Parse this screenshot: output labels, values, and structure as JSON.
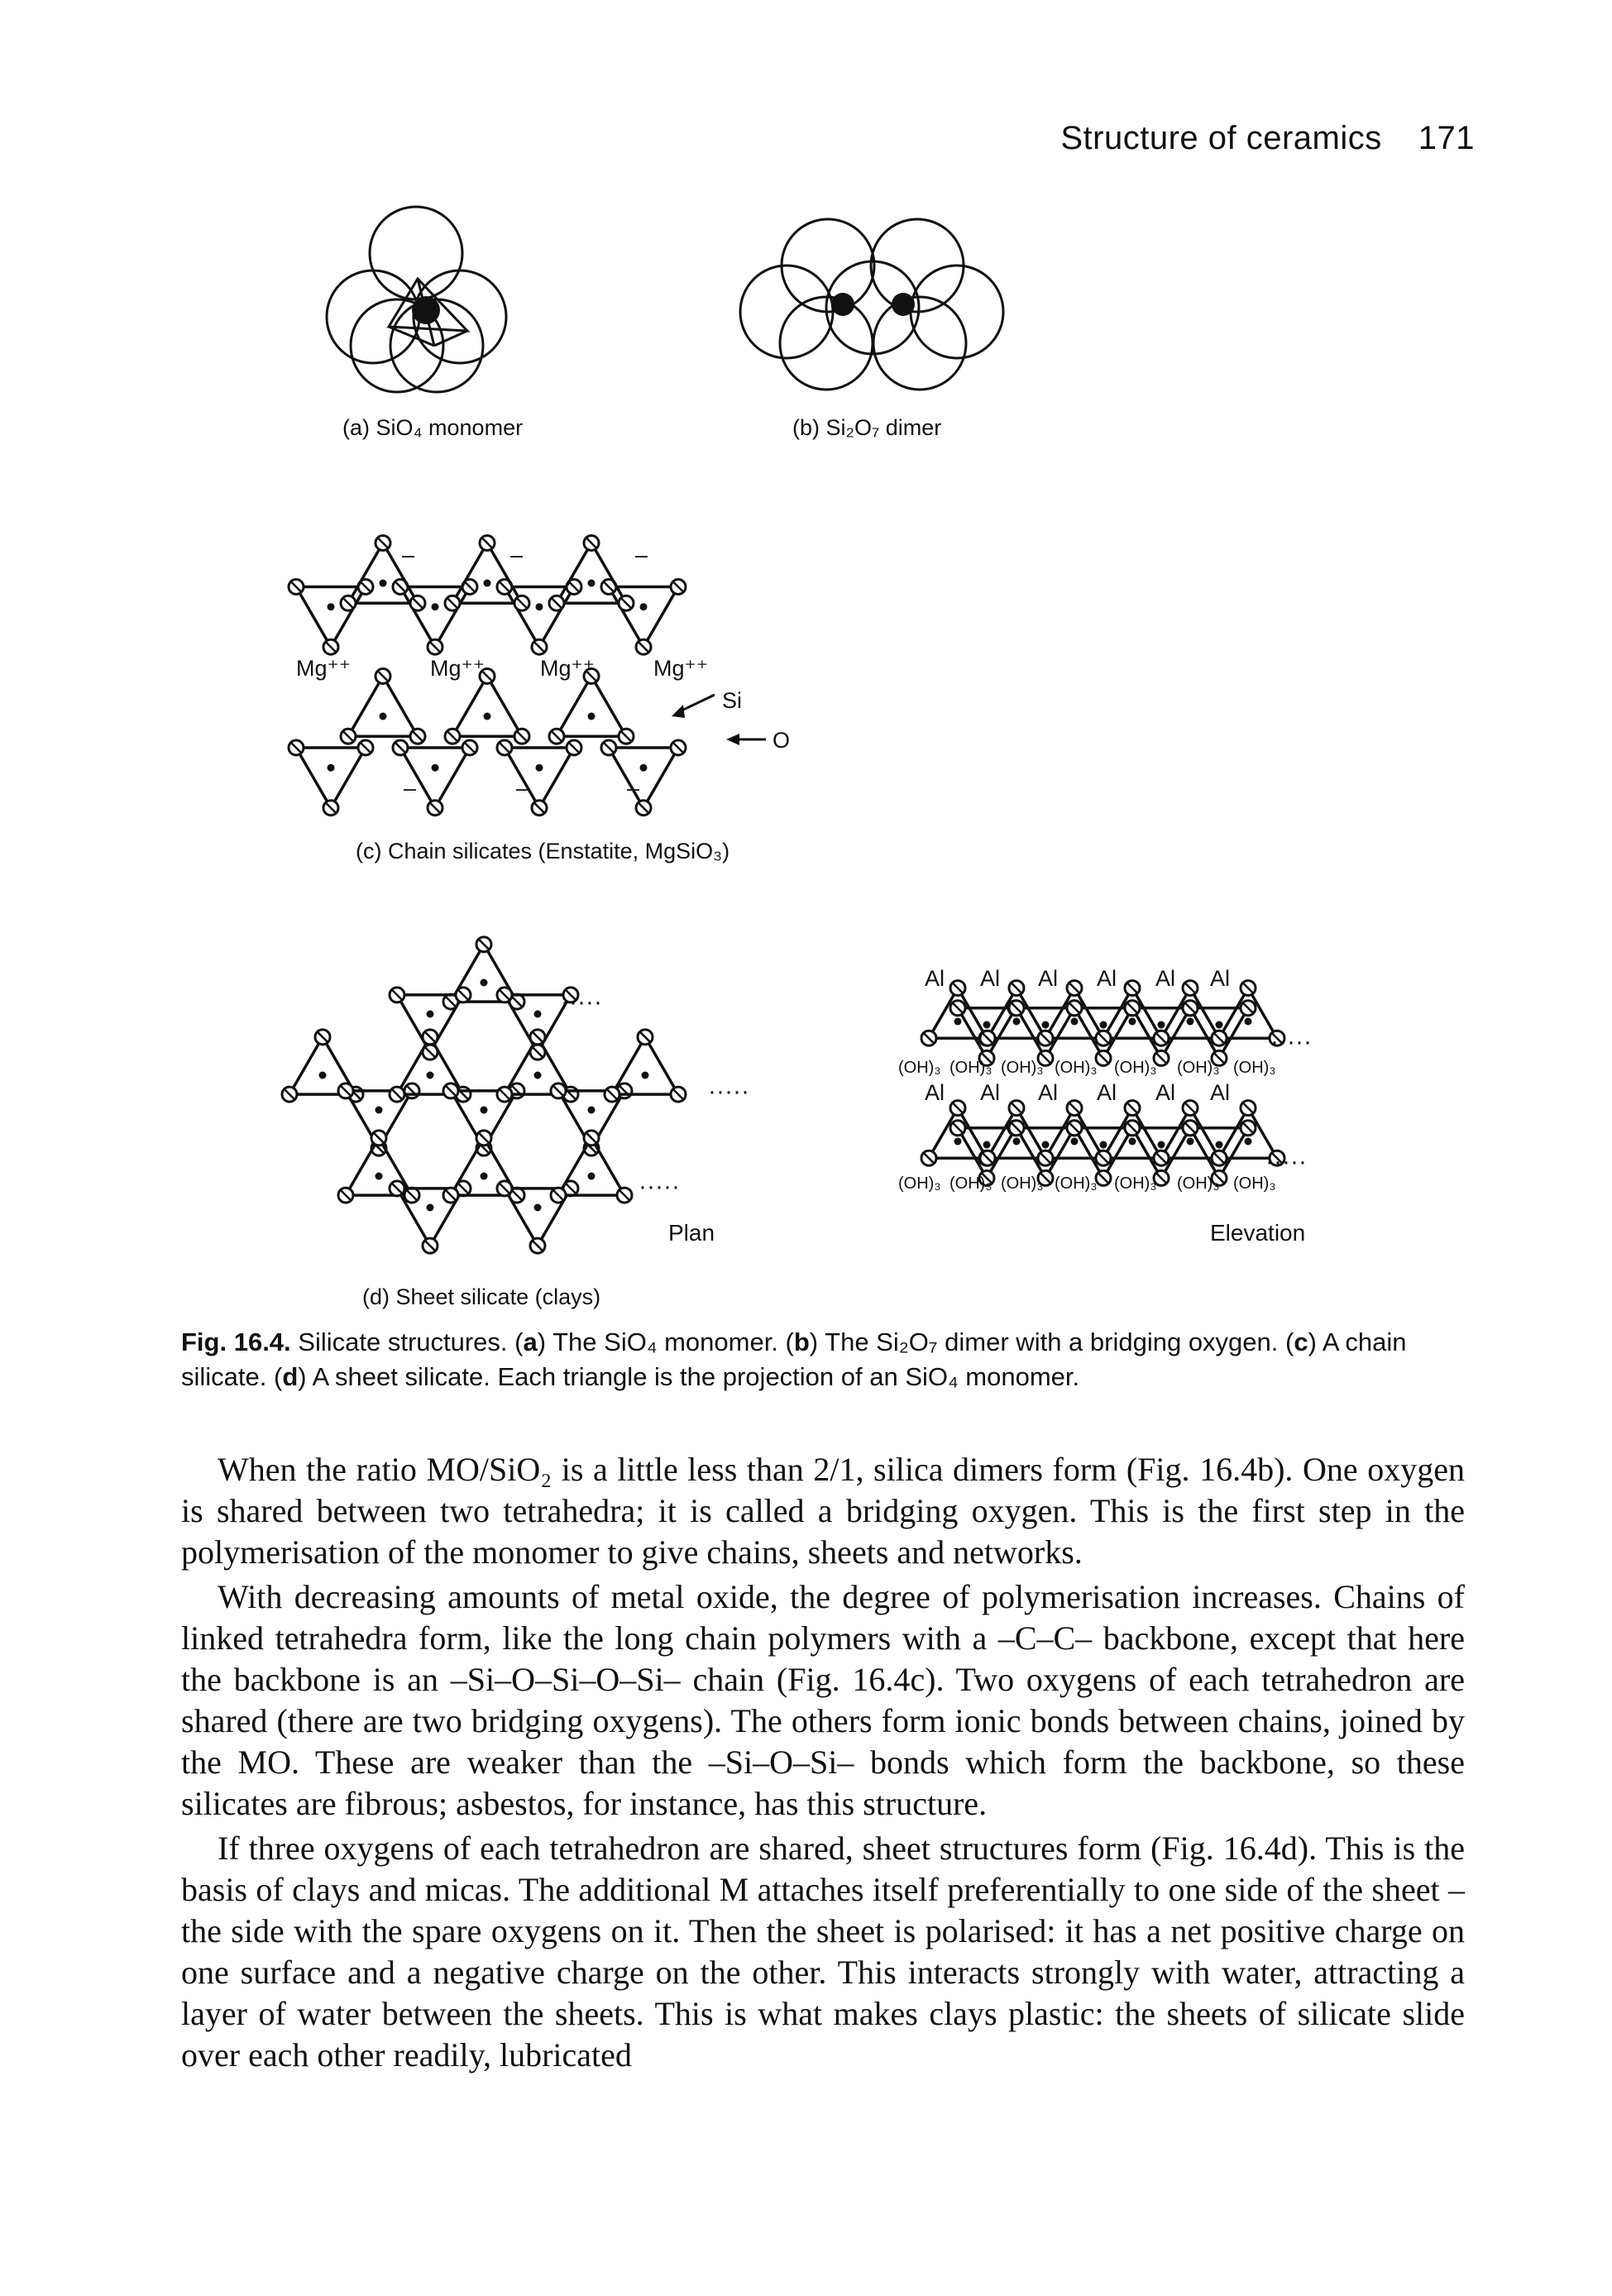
{
  "header": {
    "title": "Structure of ceramics",
    "page_number": "171"
  },
  "figure": {
    "panel_a": "(a) SiO₄ monomer",
    "panel_b": "(b) Si₂O₇ dimer",
    "panel_c": "(c) Chain silicates (Enstatite, MgSiO₃)",
    "panel_d": "(d) Sheet silicate (clays)",
    "mg_label": "Mg⁺⁺",
    "si_label": "Si",
    "o_label": "O",
    "minus_label": "–",
    "al_label": "Al",
    "oh_label": "(OH)₃",
    "dots": "·····",
    "plan_label": "Plan",
    "elevation_label": "Elevation"
  },
  "caption": {
    "fig_label": "Fig. 16.4.",
    "text_1": " Silicate structures. (",
    "a": "a",
    "text_2": ") The SiO₄ monomer. (",
    "b": "b",
    "text_3": ") The Si₂O₇ dimer with a bridging oxygen. (",
    "c": "c",
    "text_4": ") A chain silicate. (",
    "d": "d",
    "text_5": ") A sheet silicate. Each triangle is the projection of an SiO₄ monomer."
  },
  "body": {
    "p1": "When the ratio MO/SiO₂ is a little less than 2/1, silica dimers form (Fig. 16.4b). One oxygen is shared between two tetrahedra; it is called a bridging oxygen. This is the first step in the polymerisation of the monomer to give chains, sheets and networks.",
    "p2": "With decreasing amounts of metal oxide, the degree of polymerisation increases. Chains of linked tetrahedra form, like the long chain polymers with a –C–C– backbone, except that here the backbone is an –Si–O–Si–O–Si– chain (Fig. 16.4c). Two oxygens of each tetrahedron are shared (there are two bridging oxygens). The others form ionic bonds between chains, joined by the MO. These are weaker than the –Si–O–Si– bonds which form the backbone, so these silicates are fibrous; asbestos, for instance, has this structure.",
    "p3": "If three oxygens of each tetrahedron are shared, sheet structures form (Fig. 16.4d). This is the basis of clays and micas. The additional M attaches itself preferentially to one side of the sheet – the side with the spare oxygens on it. Then the sheet is polarised: it has a net positive charge on one surface and a negative charge on the other. This interacts strongly with water, attracting a layer of water between the sheets. This is what makes clays plastic: the sheets of silicate slide over each other readily, lubricated"
  }
}
